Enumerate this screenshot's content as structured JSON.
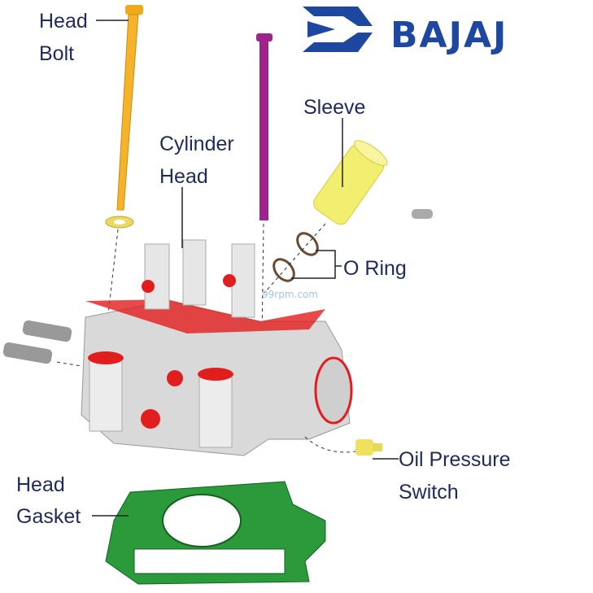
{
  "brand": {
    "name": "BAJAJ",
    "color": "#1e48a0",
    "logo_icon": "bajaj-logo-icon"
  },
  "watermark": "99rpm.com",
  "labels": {
    "head_bolt": [
      "Head",
      "Bolt"
    ],
    "cylinder_head": [
      "Cylinder",
      "Head"
    ],
    "sleeve": "Sleeve",
    "o_ring": "O Ring",
    "oil_pressure_switch": [
      "Oil Pressure",
      "Switch"
    ],
    "head_gasket": [
      "Head",
      "Gasket"
    ]
  },
  "colors": {
    "label_text": "#1f2a5c",
    "head_bolt": "#f0a81c",
    "stud_bolt": "#a0228c",
    "sleeve": "#f2ee70",
    "gasket": "#2a9a3a",
    "cylinder_head_body": "#d8d8d8",
    "cylinder_head_accent": "#e21d1d"
  }
}
